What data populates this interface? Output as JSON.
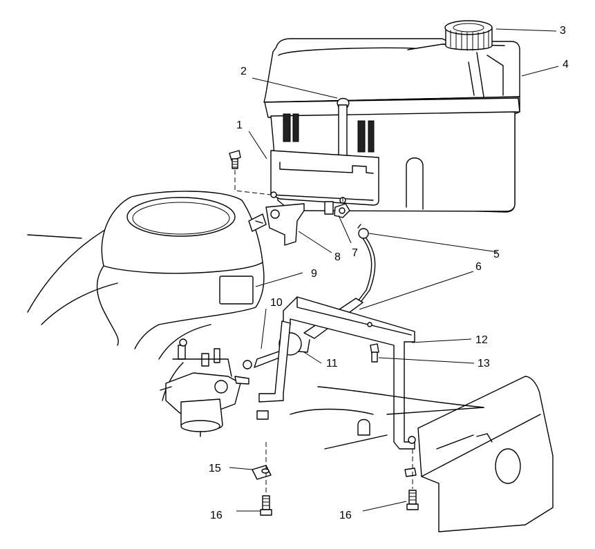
{
  "labels": [
    {
      "id": "1",
      "text": "1"
    },
    {
      "id": "2",
      "text": "2"
    },
    {
      "id": "3",
      "text": "3"
    },
    {
      "id": "4",
      "text": "4"
    },
    {
      "id": "5",
      "text": "5"
    },
    {
      "id": "6",
      "text": "6"
    },
    {
      "id": "7",
      "text": "7"
    },
    {
      "id": "8",
      "text": "8"
    },
    {
      "id": "9",
      "text": "9"
    },
    {
      "id": "10",
      "text": "10"
    },
    {
      "id": "11",
      "text": "11"
    },
    {
      "id": "12",
      "text": "12"
    },
    {
      "id": "13",
      "text": "13"
    },
    {
      "id": "15",
      "text": "15"
    },
    {
      "id": "16a",
      "text": "16"
    },
    {
      "id": "16b",
      "text": "16"
    }
  ]
}
